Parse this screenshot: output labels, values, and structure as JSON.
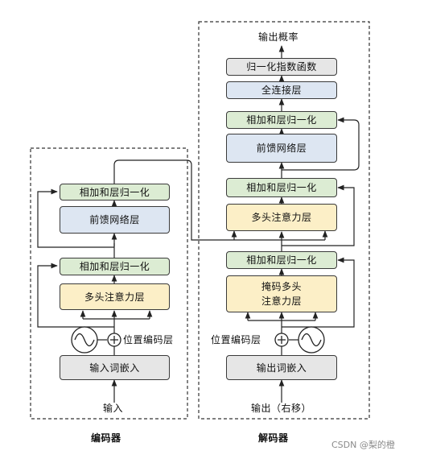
{
  "encoder": {
    "caption": "编码器",
    "input_label": "输入",
    "embedding": "输入词嵌入",
    "positional_encoding": "位置编码层",
    "attention": "多头注意力层",
    "add_norm_1": "相加和层归一化",
    "feed_forward": "前馈网络层",
    "add_norm_2": "相加和层归一化"
  },
  "decoder": {
    "caption": "解码器",
    "input_label": "输出（右移）",
    "embedding": "输出词嵌入",
    "positional_encoding": "位置编码层",
    "masked_attention": "掩码多头\n注意力层",
    "add_norm_1": "相加和层归一化",
    "attention": "多头注意力层",
    "add_norm_2": "相加和层归一化",
    "feed_forward": "前馈网络层",
    "add_norm_3": "相加和层归一化",
    "linear": "全连接层",
    "softmax": "归一化指数函数",
    "output_label": "输出概率"
  },
  "watermark": "CSDN @梨的橙",
  "colors": {
    "add_norm": "#dcecd3",
    "feed_forward": "#dde6f2",
    "attention": "#fcefc7",
    "embedding": "#e6e6e6"
  }
}
